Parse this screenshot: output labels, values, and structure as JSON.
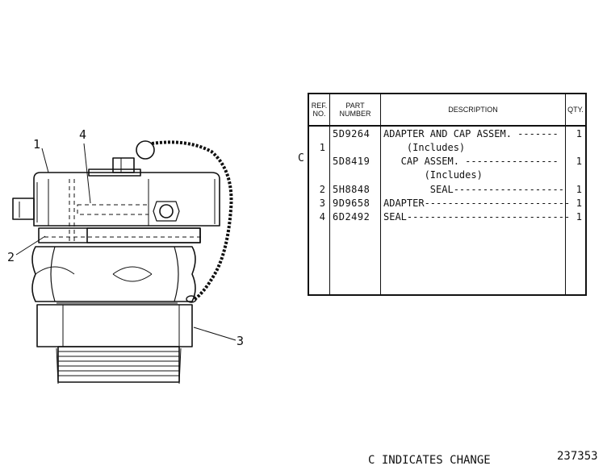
{
  "callouts": [
    "1",
    "2",
    "3",
    "4"
  ],
  "table": {
    "headers": {
      "ref": [
        "REF.",
        "NO."
      ],
      "part": [
        "PART",
        "NUMBER"
      ],
      "description": "DESCRIPTION",
      "qty": "QTY."
    },
    "rows": [
      {
        "ref": "",
        "part": "5D9264",
        "description": "ADAPTER AND CAP ASSEM. -------",
        "qty": "1"
      },
      {
        "ref": "1",
        "part": "",
        "description": "    (Includes)",
        "qty": ""
      },
      {
        "ref": "",
        "part": "5D8419",
        "description": "   CAP ASSEM. ----------------",
        "qty": "1"
      },
      {
        "ref": "",
        "part": "",
        "description": "       (Includes)",
        "qty": ""
      },
      {
        "ref": "2",
        "part": "5H8848",
        "description": "        SEAL-------------------",
        "qty": "1"
      },
      {
        "ref": "3",
        "part": "9D9658",
        "description": "ADAPTER-------------------------",
        "qty": "1"
      },
      {
        "ref": "4",
        "part": "6D2492",
        "description": "SEAL----------------------------",
        "qty": "1"
      }
    ]
  },
  "change_marker": "C",
  "footer": {
    "change_note": "C INDICATES CHANGE",
    "illustration_number": "237353"
  }
}
